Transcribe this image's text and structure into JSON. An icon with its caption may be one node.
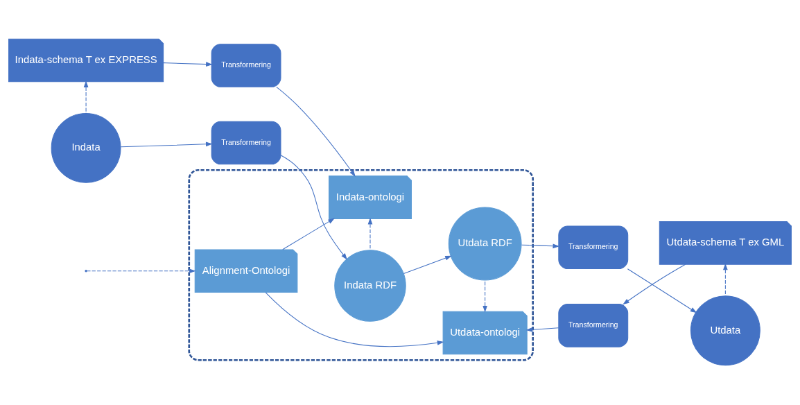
{
  "diagram": {
    "nodes": [
      {
        "text": [],
        "shape": "box"
      },
      {
        "text": [
          "Alignment-Ontologi"
        ],
        "in": 0
      },
      {
        "text": [
          "Indata-ontologi"
        ],
        "in": 0
      },
      {
        "text": [
          "Utdata-ontologi"
        ],
        "in": 0
      },
      {
        "text": [
          "Indata RDF"
        ],
        "in": 0
      },
      {
        "text": [
          "Utdata RDF"
        ],
        "in": 0
      },
      {
        "text": [
          "Indata-schema T ex EXPRESS"
        ]
      },
      {
        "text": [
          "Transformering"
        ]
      },
      {
        "text": [
          "Transformering"
        ]
      },
      {
        "text": [
          "Utdata-schema T ex GML"
        ]
      },
      {
        "text": [
          "Indata"
        ]
      },
      {
        "text": [
          "Transformering"
        ]
      },
      {
        "text": [
          "Transformering"
        ]
      },
      {
        "text": [
          "Utdata"
        ]
      }
    ],
    "edges": [
      {
        "from": 1,
        "to": 2,
        "arrow": "to"
      },
      {
        "from": 1,
        "to": 3,
        "arrow": "to"
      },
      {
        "from": 6,
        "to": 7,
        "arrow": "to"
      },
      {
        "from": 7,
        "to": 2,
        "arrow": "to"
      },
      {
        "from": 9,
        "to": 8,
        "arrow": "to"
      },
      {
        "from": 8,
        "to": 3,
        "arrow": "to"
      },
      {
        "from": 10,
        "to": 6,
        "arrow": "to",
        "style": "dashed"
      },
      {
        "from": 4,
        "to": 2,
        "arrow": "to",
        "style": "dashed"
      },
      {
        "from": null,
        "to": 1,
        "arrow": "to",
        "style": "dashed"
      },
      {
        "from": 5,
        "to": 3,
        "arrow": "to",
        "style": "dashed"
      },
      {
        "from": 13,
        "to": 9,
        "arrow": "to",
        "style": "dashed"
      },
      {
        "from": 10,
        "to": 11,
        "arrow": "to"
      },
      {
        "from": 11,
        "to": 4,
        "arrow": "to"
      },
      {
        "from": 4,
        "to": 5,
        "arrow": "to"
      },
      {
        "from": 5,
        "to": 12,
        "arrow": "to"
      },
      {
        "from": 12,
        "to": 13,
        "arrow": "to"
      }
    ]
  }
}
